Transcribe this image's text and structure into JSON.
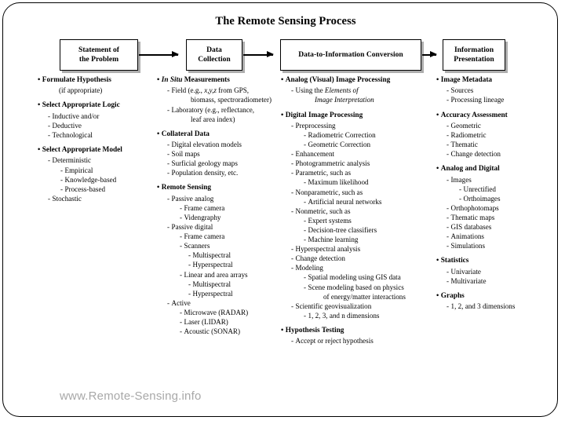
{
  "title": "The Remote Sensing Process",
  "watermark": "www.Remote-Sensing.info",
  "flow": {
    "boxes": [
      {
        "line1": "Statement of",
        "line2": "the Problem"
      },
      {
        "line1": "Data",
        "line2": "Collection"
      },
      {
        "line1": "Data-to-Information Conversion",
        "line2": ""
      },
      {
        "line1": "Information",
        "line2": "Presentation"
      }
    ],
    "arrow_icon": "right-arrow-icon"
  },
  "columns": [
    {
      "id": "statement-of-the-problem",
      "groups": [
        {
          "heading": "Formulate Hypothesis",
          "items": [
            {
              "text": "(if appropriate)",
              "level": "cont1",
              "dash": false
            }
          ]
        },
        {
          "heading": "Select Appropriate Logic",
          "items": [
            {
              "text": "Inductive and/or",
              "level": "lvl1",
              "dash": true
            },
            {
              "text": "Deductive",
              "level": "lvl1",
              "dash": true
            },
            {
              "text": "Technological",
              "level": "lvl1",
              "dash": true
            }
          ]
        },
        {
          "heading": "Select Appropriate Model",
          "items": [
            {
              "text": "Deterministic",
              "level": "lvl1",
              "dash": true
            },
            {
              "text": "Empirical",
              "level": "lvl2",
              "dash": true
            },
            {
              "text": "Knowledge-based",
              "level": "lvl2",
              "dash": true
            },
            {
              "text": "Process-based",
              "level": "lvl2",
              "dash": true
            },
            {
              "text": "Stochastic",
              "level": "lvl1",
              "dash": true
            }
          ]
        }
      ]
    },
    {
      "id": "data-collection",
      "groups": [
        {
          "heading": "In Situ Measurements",
          "heading_italic_prefix": "In Situ",
          "heading_rest": " Measurements",
          "items": [
            {
              "text": "Field (e.g., x,y,z from GPS,",
              "level": "lvl1",
              "dash": true,
              "italic_part": "x,y,z"
            },
            {
              "text": "biomass,  spectroradiometer)",
              "level": "cont2",
              "dash": false
            },
            {
              "text": "Laboratory (e.g., reflectance,",
              "level": "lvl1",
              "dash": true
            },
            {
              "text": "leaf area index)",
              "level": "cont2",
              "dash": false
            }
          ]
        },
        {
          "heading": "Collateral Data",
          "items": [
            {
              "text": "Digital elevation models",
              "level": "lvl1",
              "dash": true
            },
            {
              "text": "Soil maps",
              "level": "lvl1",
              "dash": true
            },
            {
              "text": "Surficial geology maps",
              "level": "lvl1",
              "dash": true
            },
            {
              "text": "Population density, etc.",
              "level": "lvl1",
              "dash": true
            }
          ]
        },
        {
          "heading": "Remote Sensing",
          "items": [
            {
              "text": "Passive analog",
              "level": "lvl1",
              "dash": true
            },
            {
              "text": "Frame camera",
              "level": "lvl2",
              "dash": true
            },
            {
              "text": "Videngraphy",
              "level": "lvl2",
              "dash": true
            },
            {
              "text": "Passive digital",
              "level": "lvl1",
              "dash": true
            },
            {
              "text": "Frame camera",
              "level": "lvl2",
              "dash": true
            },
            {
              "text": "Scanners",
              "level": "lvl2",
              "dash": true
            },
            {
              "text": "Multispectral",
              "level": "lvl3",
              "dash": true
            },
            {
              "text": "Hyperspectral",
              "level": "lvl3",
              "dash": true
            },
            {
              "text": "Linear and area arrays",
              "level": "lvl2",
              "dash": true
            },
            {
              "text": "Multispectral",
              "level": "lvl3",
              "dash": true
            },
            {
              "text": "Hyperspectral",
              "level": "lvl3",
              "dash": true
            },
            {
              "text": "Active",
              "level": "lvl1",
              "dash": true
            },
            {
              "text": "Microwave (RADAR)",
              "level": "lvl2",
              "dash": true
            },
            {
              "text": "Laser (LIDAR)",
              "level": "lvl2",
              "dash": true
            },
            {
              "text": "Acoustic (SONAR)",
              "level": "lvl2",
              "dash": true
            }
          ]
        }
      ]
    },
    {
      "id": "data-to-information-conversion",
      "groups": [
        {
          "heading": "Analog (Visual) Image Processing",
          "items": [
            {
              "text": "Using the Elements of",
              "level": "lvl1",
              "dash": true,
              "italic_part": "Elements of"
            },
            {
              "text": "Image Interpretation",
              "level": "cont2",
              "dash": false,
              "all_italic": true
            }
          ]
        },
        {
          "heading": "Digital Image Processing",
          "items": [
            {
              "text": "Preprocessing",
              "level": "lvl1",
              "dash": true
            },
            {
              "text": "Radiometric Correction",
              "level": "lvl2",
              "dash": true
            },
            {
              "text": "Geometric Correction",
              "level": "lvl2",
              "dash": true
            },
            {
              "text": "Enhancement",
              "level": "lvl1",
              "dash": true
            },
            {
              "text": "Photogrammetric analysis",
              "level": "lvl1",
              "dash": true
            },
            {
              "text": "Parametric, such as",
              "level": "lvl1",
              "dash": true
            },
            {
              "text": "Maximum likelihood",
              "level": "lvl2",
              "dash": true
            },
            {
              "text": "Nonparametric, such as",
              "level": "lvl1",
              "dash": true
            },
            {
              "text": "Artificial neural networks",
              "level": "lvl2",
              "dash": true
            },
            {
              "text": "Nonmetric, such as",
              "level": "lvl1",
              "dash": true
            },
            {
              "text": "Expert systems",
              "level": "lvl2",
              "dash": true
            },
            {
              "text": "Decision-tree classifiers",
              "level": "lvl2",
              "dash": true
            },
            {
              "text": "Machine learning",
              "level": "lvl2",
              "dash": true
            },
            {
              "text": "Hyperspectral analysis",
              "level": "lvl1",
              "dash": true
            },
            {
              "text": "Change detection",
              "level": "lvl1",
              "dash": true
            },
            {
              "text": "Modeling",
              "level": "lvl1",
              "dash": true
            },
            {
              "text": "Spatial modeling using GIS data",
              "level": "lvl2",
              "dash": true
            },
            {
              "text": "Scene modeling based on physics",
              "level": "lvl2",
              "dash": true
            },
            {
              "text": "of energy/matter interactions",
              "level": "cont3",
              "dash": false
            },
            {
              "text": "Scientific geovisualization",
              "level": "lvl1",
              "dash": true
            },
            {
              "text": "1, 2, 3,  and n dimensions",
              "level": "lvl2",
              "dash": true,
              "italic_part": "n"
            }
          ]
        },
        {
          "heading": "Hypothesis Testing",
          "items": [
            {
              "text": "Accept or reject hypothesis",
              "level": "lvl1",
              "dash": true
            }
          ]
        }
      ]
    },
    {
      "id": "information-presentation",
      "groups": [
        {
          "heading": "Image Metadata",
          "items": [
            {
              "text": "Sources",
              "level": "lvl1",
              "dash": true
            },
            {
              "text": "Processing lineage",
              "level": "lvl1",
              "dash": true
            }
          ]
        },
        {
          "heading": "Accuracy Assessment",
          "items": [
            {
              "text": "Geometric",
              "level": "lvl1",
              "dash": true
            },
            {
              "text": "Radiometric",
              "level": "lvl1",
              "dash": true
            },
            {
              "text": "Thematic",
              "level": "lvl1",
              "dash": true
            },
            {
              "text": "Change detection",
              "level": "lvl1",
              "dash": true
            }
          ]
        },
        {
          "heading": "Analog and Digital",
          "items": [
            {
              "text": "Images",
              "level": "lvl1",
              "dash": true
            },
            {
              "text": "Unrectified",
              "level": "lvl2",
              "dash": true
            },
            {
              "text": "Orthoimages",
              "level": "lvl2",
              "dash": true
            },
            {
              "text": "Orthophotomaps",
              "level": "lvl1",
              "dash": true
            },
            {
              "text": "Thematic maps",
              "level": "lvl1",
              "dash": true
            },
            {
              "text": "GIS databases",
              "level": "lvl1",
              "dash": true
            },
            {
              "text": "Animations",
              "level": "lvl1",
              "dash": true
            },
            {
              "text": "Simulations",
              "level": "lvl1",
              "dash": true
            }
          ]
        },
        {
          "heading": "Statistics",
          "items": [
            {
              "text": "Univariate",
              "level": "lvl1",
              "dash": true
            },
            {
              "text": "Multivariate",
              "level": "lvl1",
              "dash": true
            }
          ]
        },
        {
          "heading": "Graphs",
          "items": [
            {
              "text": "1, 2, and 3 dimensions",
              "level": "lvl1",
              "dash": true
            }
          ]
        }
      ]
    }
  ]
}
